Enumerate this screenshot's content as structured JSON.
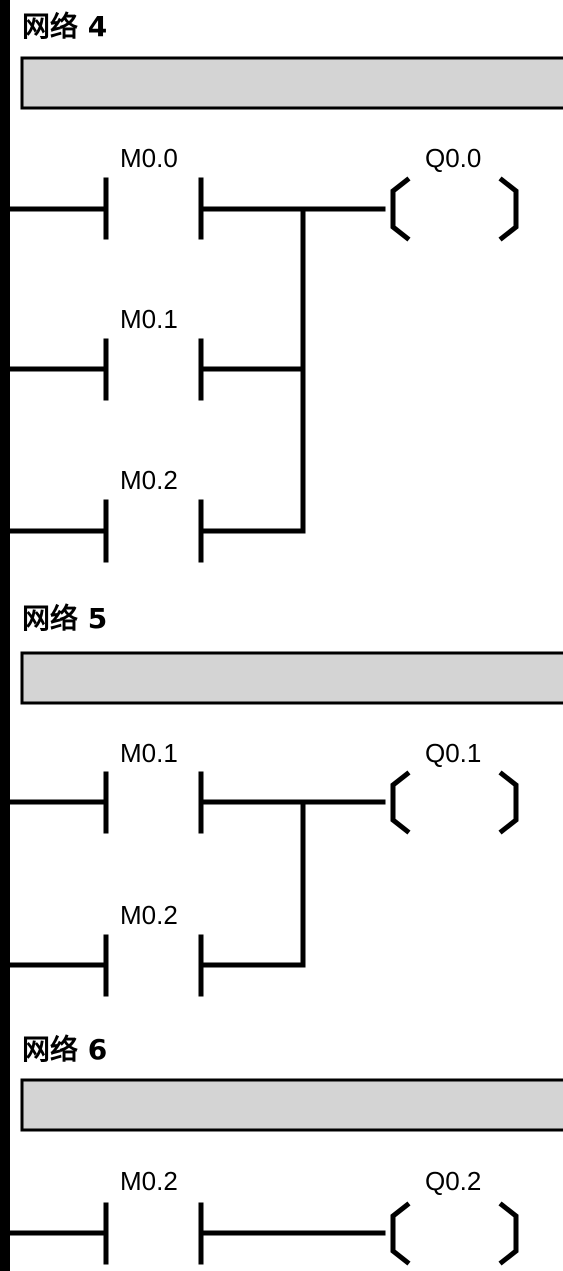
{
  "networks": [
    {
      "title": "网络 4",
      "comment": "",
      "contacts": [
        "M0.0",
        "M0.1",
        "M0.2"
      ],
      "coil": "Q0.0"
    },
    {
      "title": "网络 5",
      "comment": "",
      "contacts": [
        "M0.1",
        "M0.2"
      ],
      "coil": "Q0.1"
    },
    {
      "title": "网络 6",
      "comment": "",
      "contacts": [
        "M0.2"
      ],
      "coil": "Q0.2"
    }
  ],
  "colors": {
    "line": "#000000",
    "comment_bar": "#d4d4d4",
    "background": "#ffffff"
  }
}
